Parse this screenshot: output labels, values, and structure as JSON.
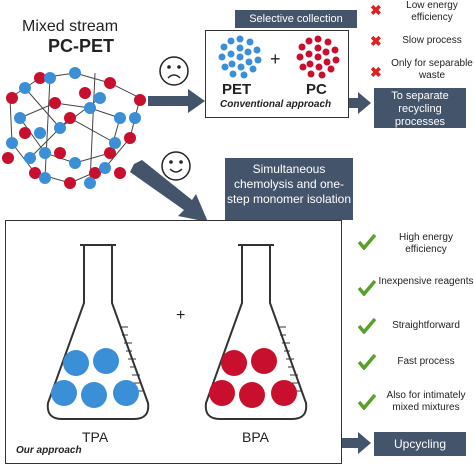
{
  "header": {
    "mixed_stream": "Mixed stream",
    "pc_pet": "PC-PET"
  },
  "conventional": {
    "selective_collection": "Selective collection",
    "pet_label": "PET",
    "plus": "+",
    "pc_label": "PC",
    "approach_label": "Conventional approach",
    "to_separate": "To separate recycling processes",
    "drawbacks": [
      "Low energy efficiency",
      "Slow process",
      "Only for separable waste"
    ]
  },
  "our": {
    "simultaneous": "Simultaneous chemolysis and one-step monomer isolation",
    "tpa_label": "TPA",
    "plus": "+",
    "bpa_label": "BPA",
    "approach_label": "Our approach",
    "upcycling": "Upcycling",
    "benefits": [
      "High energy efficiency",
      "Inexpensive reagents",
      "Straightforward",
      "Fast process",
      "Also for intimately mixed mixtures"
    ]
  },
  "colors": {
    "dark_box": "#44546a",
    "pet_blue": "#3b8fd6",
    "pc_red": "#c8102e",
    "check_green": "#5aa02c",
    "cross_red": "#e02020"
  },
  "icons": [
    "sad-face-icon",
    "happy-face-icon",
    "check-icon",
    "cross-icon",
    "arrow-icon"
  ]
}
